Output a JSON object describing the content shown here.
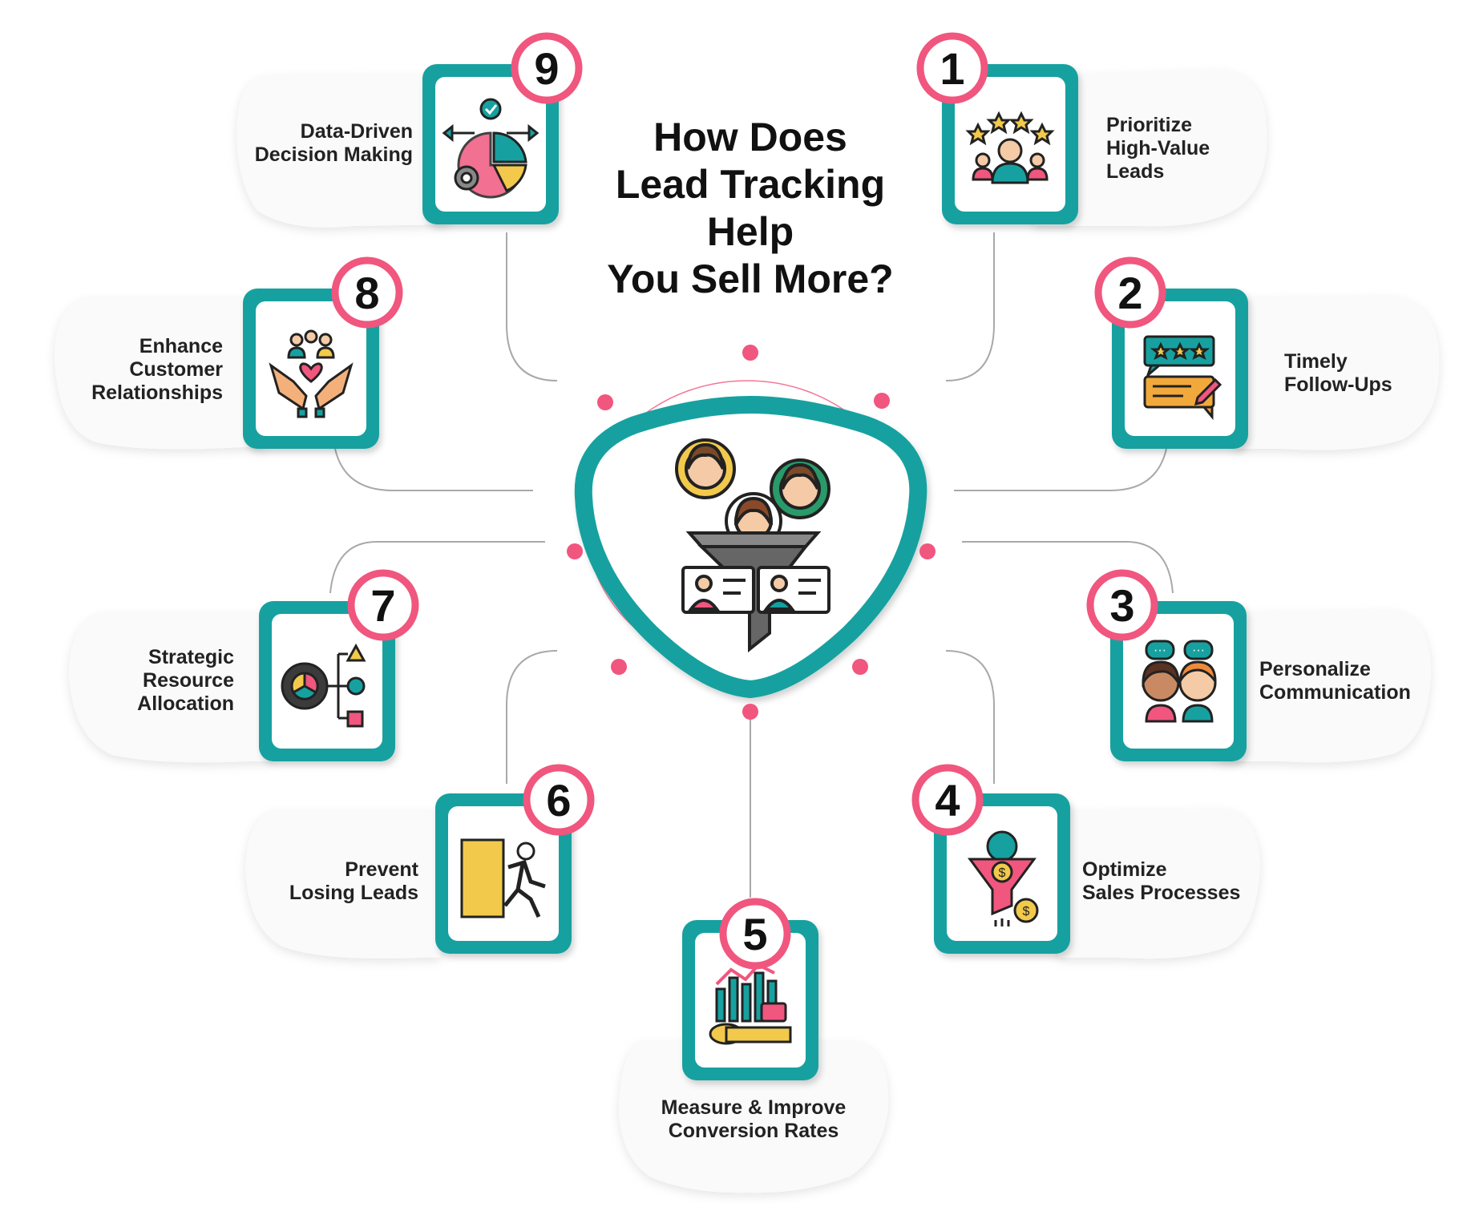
{
  "title": {
    "lines": [
      "How Does",
      "Lead Tracking",
      "Help",
      "You Sell More?"
    ]
  },
  "colors": {
    "teal": "#12a1a0",
    "pink": "#f0567e",
    "yellow": "#f2c94c",
    "card_bg": "#ffffff",
    "blob_bg": "#fafafa"
  },
  "center": {
    "icon": "lead-funnel-icon"
  },
  "items": [
    {
      "number": "1",
      "lines": [
        "Prioritize",
        "High-Value",
        "Leads"
      ],
      "icon": "star-rated-person-icon"
    },
    {
      "number": "2",
      "lines": [
        "Timely",
        "Follow-Ups"
      ],
      "icon": "rating-chat-bubble-icon"
    },
    {
      "number": "3",
      "lines": [
        "Personalize",
        "Communication"
      ],
      "icon": "two-people-chat-icon"
    },
    {
      "number": "4",
      "lines": [
        "Optimize",
        "Sales Processes"
      ],
      "icon": "gear-funnel-dollar-icon"
    },
    {
      "number": "5",
      "lines": [
        "Measure & Improve",
        "Conversion Rates"
      ],
      "icon": "bar-chart-tape-measure-icon"
    },
    {
      "number": "6",
      "lines": [
        "Prevent",
        "Losing Leads"
      ],
      "icon": "person-leaving-door-icon"
    },
    {
      "number": "7",
      "lines": [
        "Strategic",
        "Resource",
        "Allocation"
      ],
      "icon": "gear-allocation-icon"
    },
    {
      "number": "8",
      "lines": [
        "Enhance",
        "Customer",
        "Relationships"
      ],
      "icon": "hands-heart-people-icon"
    },
    {
      "number": "9",
      "lines": [
        "Data-Driven",
        "Decision Making"
      ],
      "icon": "pie-chart-arrows-icon"
    }
  ]
}
